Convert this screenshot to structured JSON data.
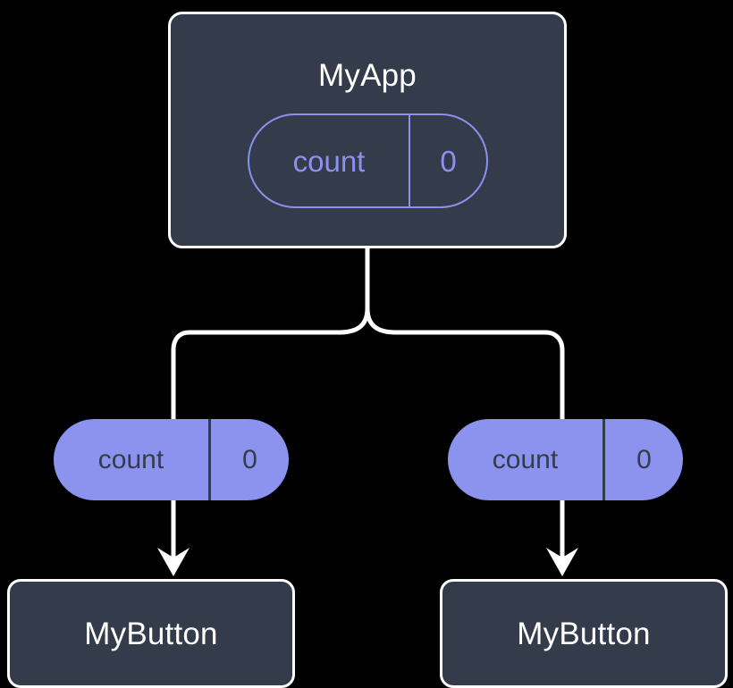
{
  "diagram": {
    "type": "component-state-tree",
    "background_color": "#000000",
    "node_fill": "#343b4a",
    "node_border": "#ffffff",
    "pill_accent": "#8b93ee",
    "edge_color": "#ffffff",
    "nodes": [
      {
        "id": "myapp",
        "title": "MyApp",
        "kind": "component",
        "state": {
          "key": "count",
          "value": "0",
          "style": "outlined"
        }
      },
      {
        "id": "button-left",
        "title": "MyButton",
        "kind": "component",
        "state": null
      },
      {
        "id": "button-right",
        "title": "MyButton",
        "kind": "component",
        "state": null
      }
    ],
    "props": [
      {
        "id": "prop-left",
        "key": "count",
        "value": "0",
        "style": "filled"
      },
      {
        "id": "prop-right",
        "key": "count",
        "value": "0",
        "style": "filled"
      }
    ],
    "edges": [
      {
        "from": "myapp",
        "to": "prop-left",
        "style": "branch"
      },
      {
        "from": "myapp",
        "to": "prop-right",
        "style": "branch"
      },
      {
        "from": "prop-left",
        "to": "button-left",
        "style": "arrow"
      },
      {
        "from": "prop-right",
        "to": "button-right",
        "style": "arrow"
      }
    ]
  }
}
